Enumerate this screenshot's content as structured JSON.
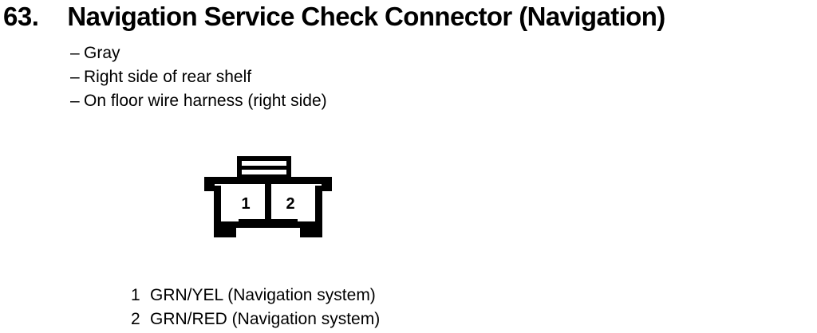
{
  "page": {
    "background_color": "#FFFFFF",
    "ink_color": "#000000"
  },
  "heading": {
    "number": "63.",
    "title": "Navigation Service Check Connector (Navigation)"
  },
  "specs": {
    "dash": "–",
    "items": [
      {
        "text": "Gray"
      },
      {
        "text": "Right side of rear shelf"
      },
      {
        "text": "On floor wire harness (right side)"
      }
    ]
  },
  "connector": {
    "type": "2-pin connector outline",
    "pin_count": 2,
    "pins": [
      {
        "number": "1"
      },
      {
        "number": "2"
      }
    ],
    "locking_tab": {
      "slot_count": 2
    }
  },
  "pin_legend": [
    {
      "pin": "1",
      "description": "GRN/YEL (Navigation system)"
    },
    {
      "pin": "2",
      "description": "GRN/RED (Navigation system)"
    }
  ]
}
